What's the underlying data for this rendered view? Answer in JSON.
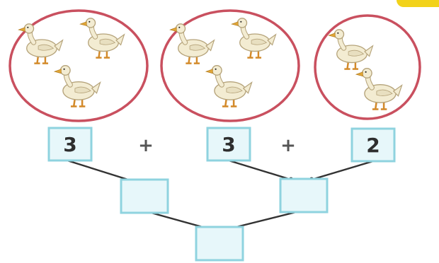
{
  "colors": {
    "group_border": "#c9505f",
    "box_border": "#8fd3df",
    "box_fill": "#e7f7fa",
    "line": "#333333",
    "dot": "#111111",
    "duck_body": "#f3ecd2",
    "duck_outline": "#b5a37a",
    "duck_bill": "#e0a637",
    "duck_leg": "#d38a2a",
    "badge": "#f2d21a"
  },
  "groups": [
    {
      "ducks": 3
    },
    {
      "ducks": 3
    },
    {
      "ducks": 2
    }
  ],
  "addends": [
    "3",
    "3",
    "2"
  ],
  "operators": [
    "+",
    "+"
  ],
  "intermediate_boxes": [
    "",
    ""
  ],
  "final_box": ""
}
